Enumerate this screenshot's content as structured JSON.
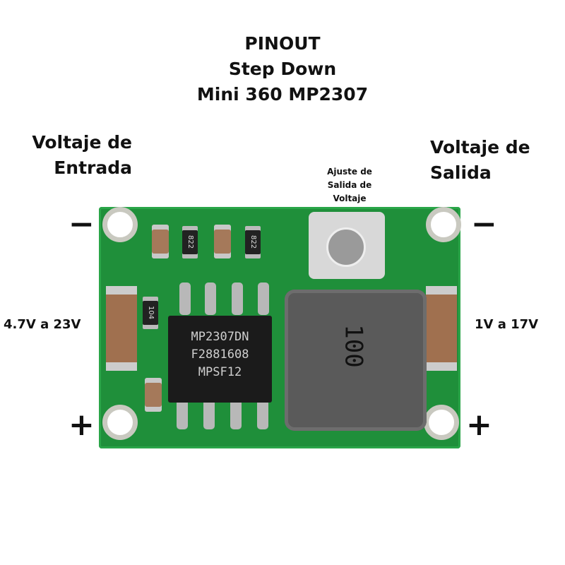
{
  "title": [
    "PINOUT",
    "Step Down",
    "Mini 360 MP2307"
  ],
  "input": {
    "label": [
      "Voltaje de",
      "Entrada"
    ],
    "range": "4.7V a 23V",
    "minus": "−",
    "plus": "+"
  },
  "output": {
    "label": [
      "Voltaje de",
      "Salida"
    ],
    "range": "1V a 17V",
    "minus": "−",
    "plus": "+"
  },
  "pot_label": [
    "Ajuste de",
    "Salida de",
    "Voltaje"
  ],
  "chip": {
    "lines": [
      "MP2307DN",
      "F2881608",
      "MPSF12"
    ]
  },
  "resistors": [
    "104",
    "822",
    "822"
  ],
  "inductor": "100",
  "colors": {
    "board": "#1f8f3a",
    "chip": "#1b1b1b",
    "inductor": "#5a5a5a"
  }
}
